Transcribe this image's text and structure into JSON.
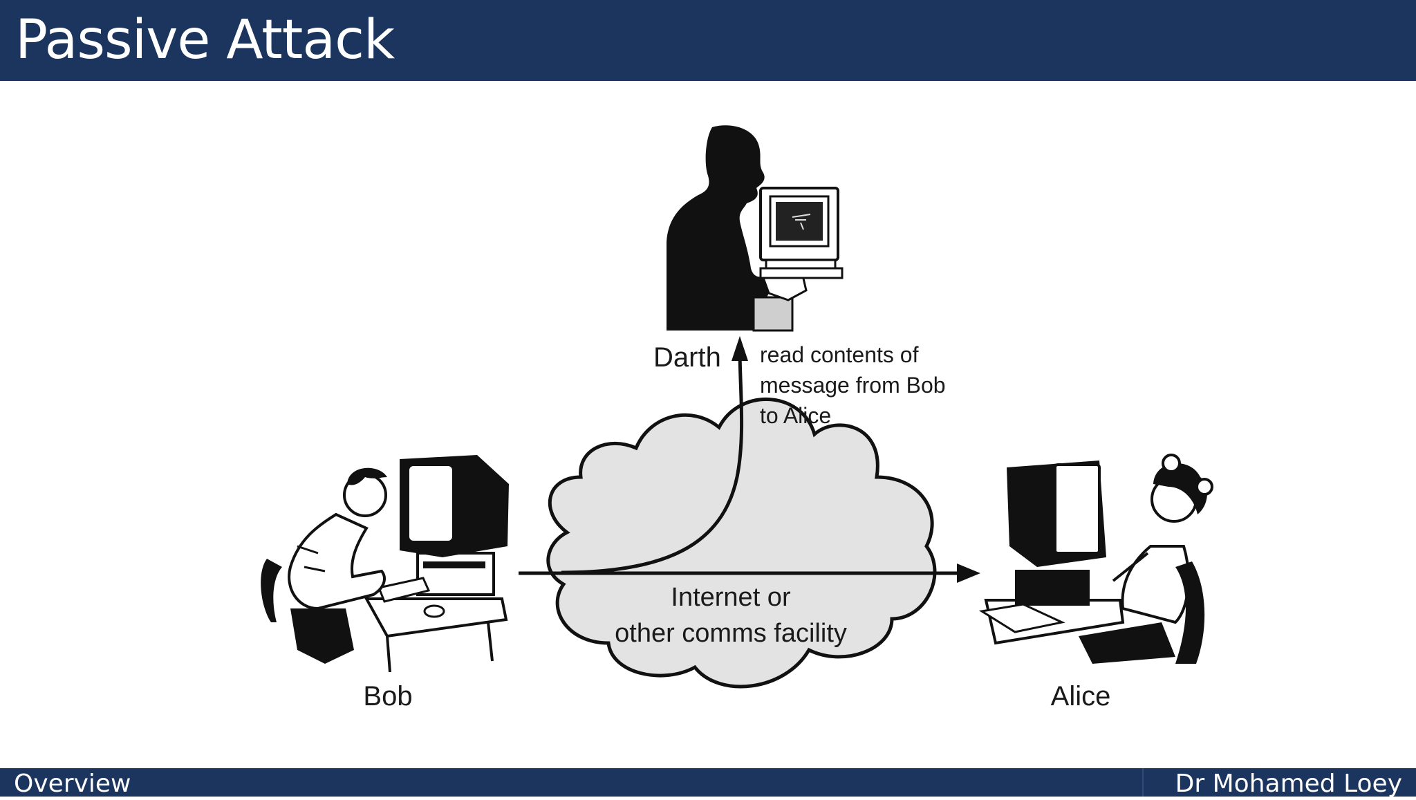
{
  "slide": {
    "title": "Passive Attack"
  },
  "footer": {
    "left": "Overview",
    "right": "Dr Mohamed Loey"
  },
  "diagram": {
    "actors": {
      "darth": "Darth",
      "bob": "Bob",
      "alice": "Alice"
    },
    "annotation": [
      "read contents of",
      "message from Bob",
      "to Alice"
    ],
    "network": [
      "Internet or",
      "other comms facility"
    ]
  },
  "colors": {
    "header": "#1c355e",
    "cloud_fill": "#e3e3e3",
    "ink": "#111111"
  },
  "icons": [
    "person-silhouette-icon",
    "computer-icon",
    "cloud-icon",
    "arrow-icon"
  ]
}
